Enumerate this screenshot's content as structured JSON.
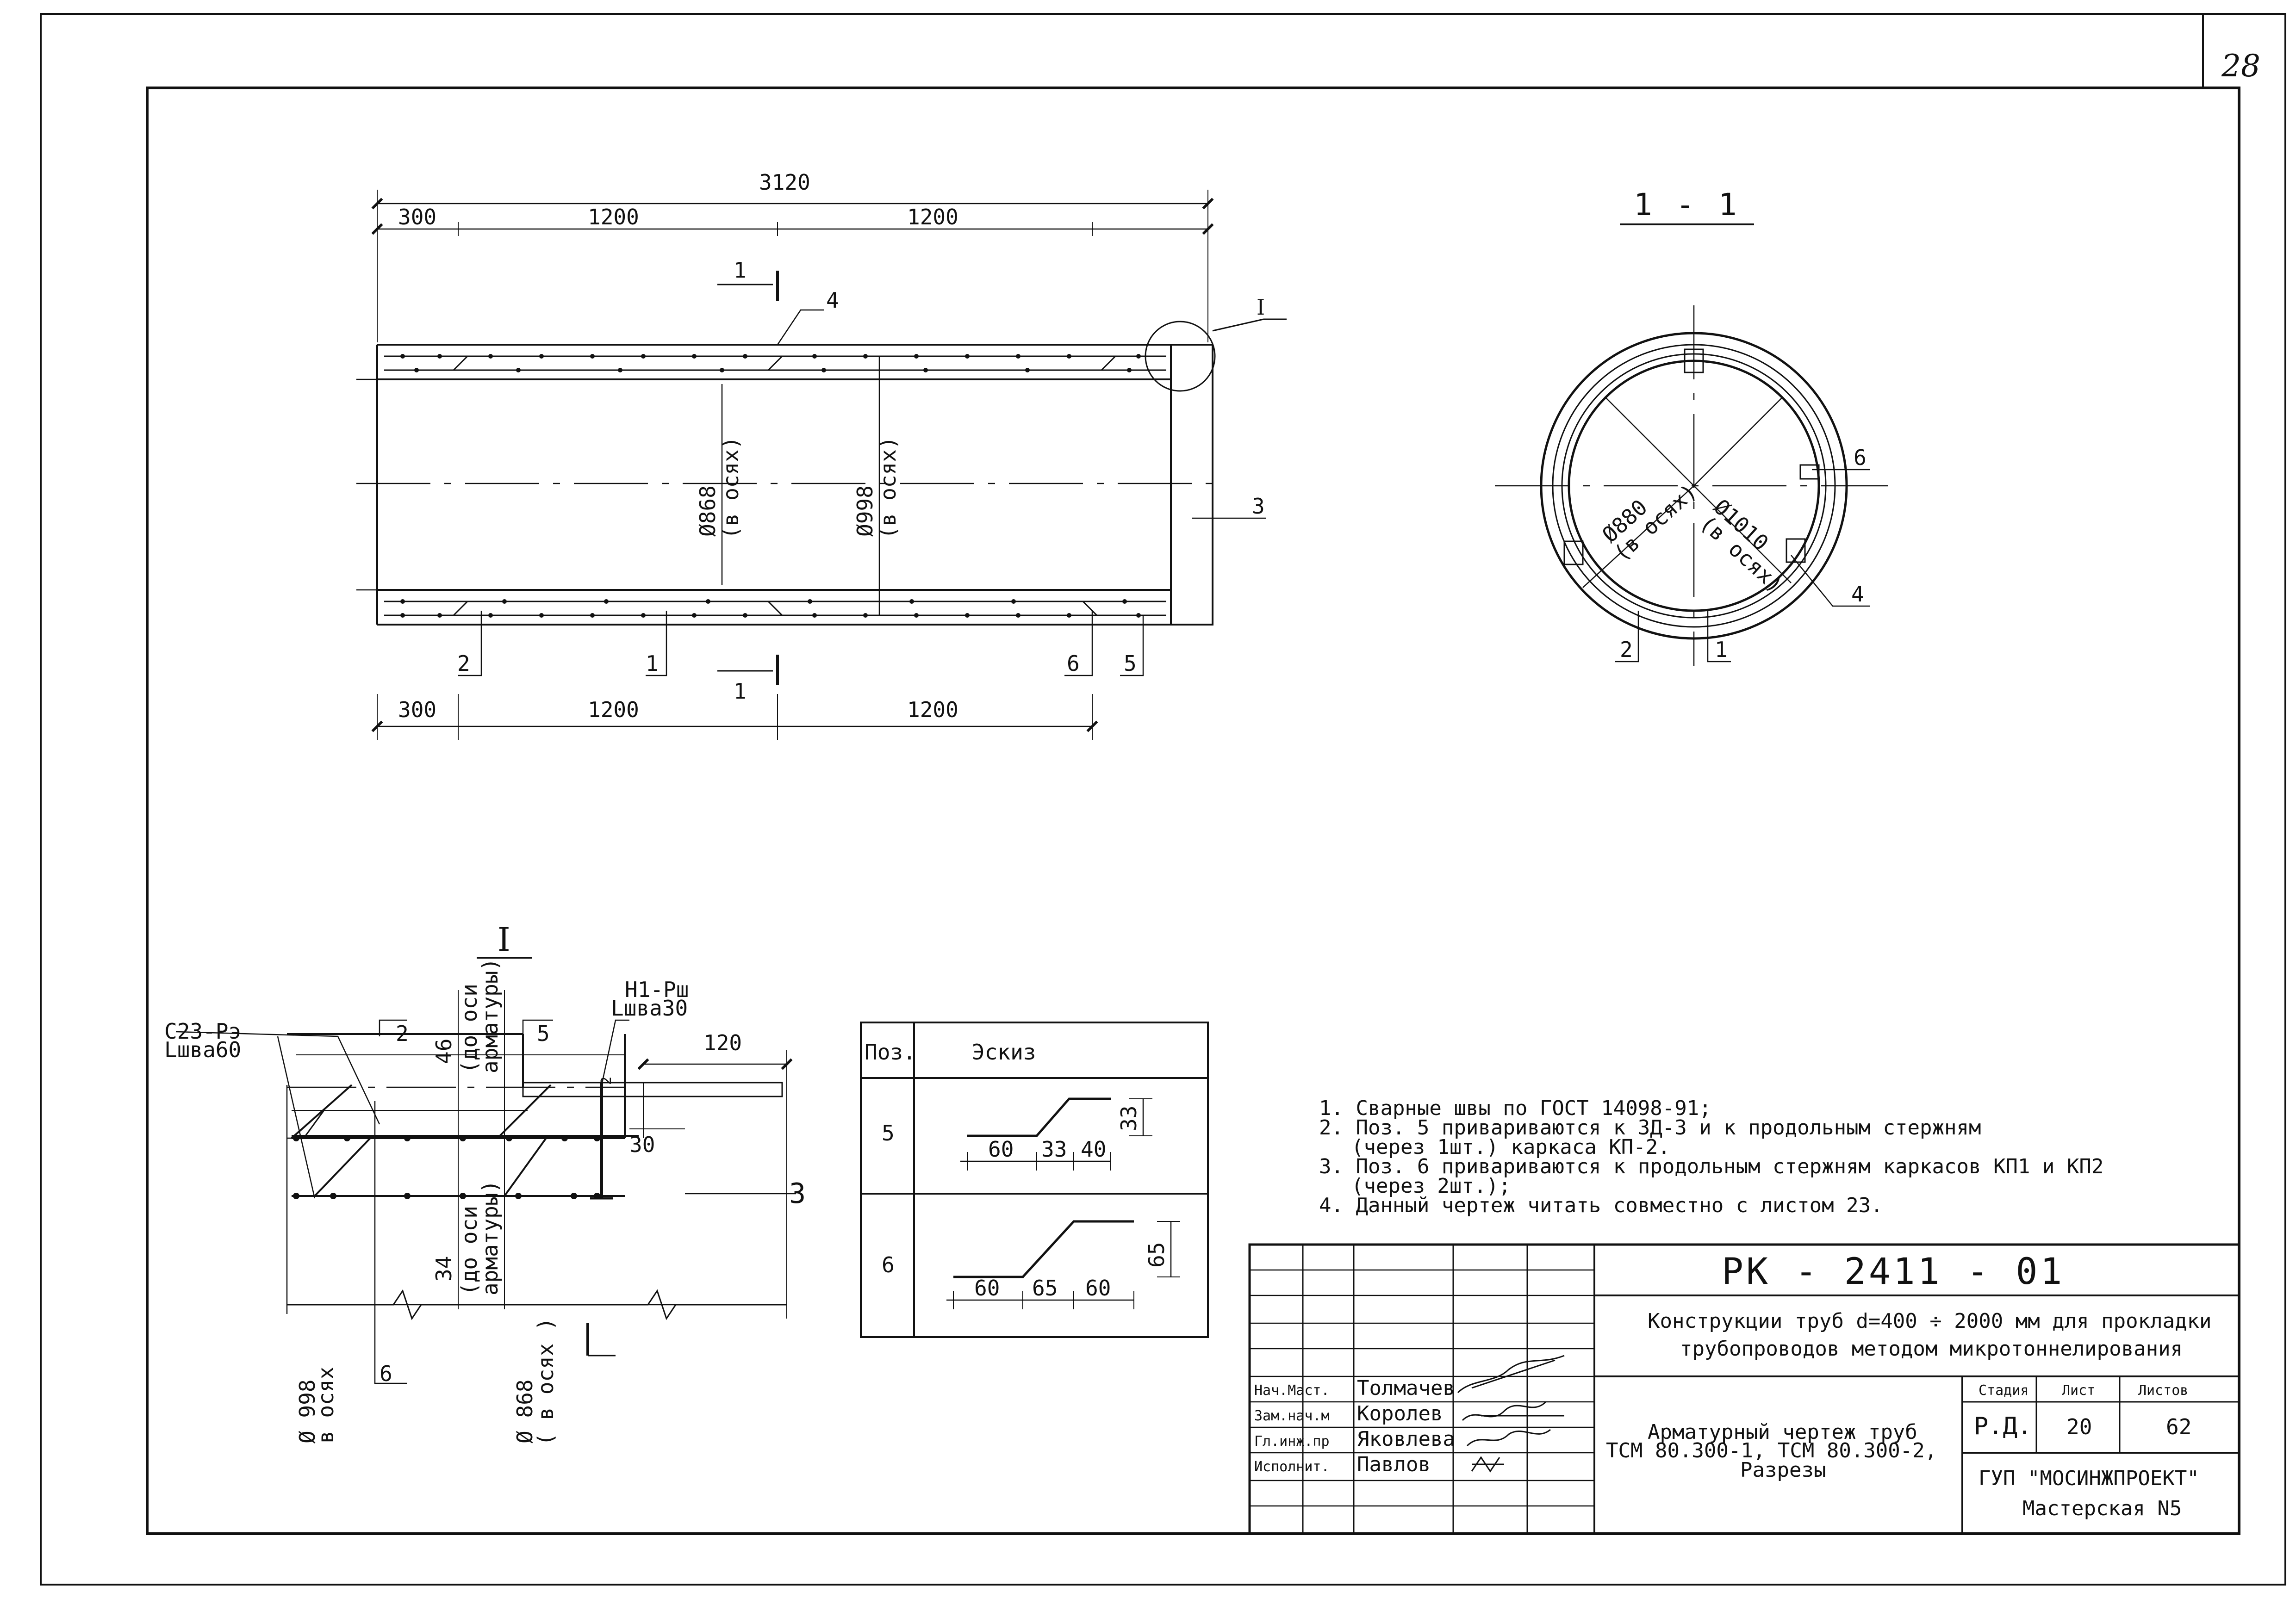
{
  "sheet_no": "28",
  "longitudinal_view": {
    "dim_total": "3120",
    "dims_top": [
      "300",
      "1200",
      "1200"
    ],
    "dims_bottom": [
      "300",
      "1200",
      "1200"
    ],
    "section_mark": "1",
    "diam_inner": "Ø868",
    "diam_inner_note": "(в осях)",
    "diam_outer": "Ø998",
    "diam_outer_note": "(в осях)",
    "callouts": {
      "p1": "1",
      "p2": "2",
      "p3": "3",
      "p4": "4",
      "p5": "5",
      "p6": "6",
      "detail": "I"
    }
  },
  "section_1_1": {
    "title": "1 - 1",
    "diam_inner": "Ø880",
    "diam_inner_note": "(в осях)",
    "diam_outer": "Ø1010",
    "diam_outer_note": "(в осях)",
    "callouts": {
      "p1": "1",
      "p2": "2",
      "p4": "4",
      "p6": "6"
    }
  },
  "detail_I": {
    "title": "I",
    "weld_left": "С23-Рэ",
    "weld_left_len": "Lшва60",
    "weld_right": "Н1-Рш",
    "weld_right_len": "Lшва30",
    "dim_46": "46",
    "dim_46_note1": "(до оси",
    "dim_46_note2": "арматуры)",
    "dim_34": "34",
    "dim_34_note1": "(до оси",
    "dim_34_note2": "арматуры)",
    "dim_120": "120",
    "dim_30": "30",
    "dim_2": "2",
    "diam_outer": "Ø 998",
    "diam_outer_note": "в осях",
    "diam_inner": "Ø 868",
    "diam_inner_note": "( в осях )",
    "callouts": {
      "p2": "2",
      "p3": "3",
      "p5": "5",
      "p6": "6"
    }
  },
  "sketch_table": {
    "header_pos": "Поз.",
    "header_sketch": "Эскиз",
    "rows": [
      {
        "pos": "5",
        "dims": [
          "60",
          "33",
          "40"
        ],
        "height": "33"
      },
      {
        "pos": "6",
        "dims": [
          "60",
          "65",
          "60"
        ],
        "height": "65"
      }
    ]
  },
  "notes": [
    "1. Сварные швы по ГОСТ 14098-91;",
    "2. Поз. 5 привариваются к ЗД-3 и к продольным стержням",
    "(через 1шт.) каркаса КП-2.",
    "3. Поз. 6 привариваются к продольным стержням каркасов КП1 и КП2",
    "(через 2шт.);",
    "4. Данный чертеж читать совместно с листом 23."
  ],
  "title_block": {
    "code": "РК - 2411 - 01",
    "project_line1": "Конструкции труб d=400 ÷ 2000 мм для прокладки",
    "project_line2": "трубопроводов методом микротоннелирования",
    "roles": [
      {
        "role": "Нач.Маст.",
        "name": "Толмачев"
      },
      {
        "role": "Зам.нач.м",
        "name": "Королев"
      },
      {
        "role": "Гл.инж.пр",
        "name": "Яковлева"
      },
      {
        "role": "Исполнит.",
        "name": "Павлов"
      }
    ],
    "sheet_title_line1": "Арматурный чертеж труб",
    "sheet_title_line2": "ТСМ 80.300-1, ТСМ 80.300-2,",
    "sheet_title_line3": "Разрезы",
    "stage_label": "Стадия",
    "sheet_label": "Лист",
    "sheets_label": "Листов",
    "stage": "Р.Д.",
    "sheet": "20",
    "sheets": "62",
    "org_line1": "ГУП \"МОСИНЖПРОЕКТ\"",
    "org_line2": "Мастерская N5"
  }
}
